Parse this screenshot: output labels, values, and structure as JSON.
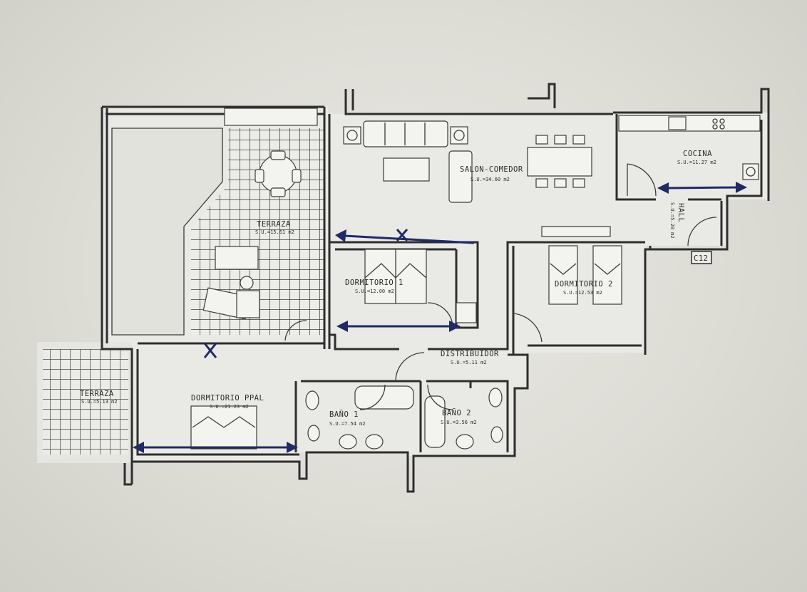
{
  "rooms": {
    "terraza_main": {
      "name": "TERRAZA",
      "area": "S.U.=15.61 m2"
    },
    "salon": {
      "name": "SALON-COMEDOR",
      "area": "S.U.=34.60 m2"
    },
    "cocina": {
      "name": "COCINA",
      "area": "S.U.=11.27 m2"
    },
    "hall": {
      "name": "HALL",
      "area": "S.U.=5.20 m2"
    },
    "dormitorio1": {
      "name": "DORMITORIO 1",
      "area": "S.U.=12.00 m2"
    },
    "dormitorio2": {
      "name": "DORMITORIO 2",
      "area": "S.U.=12.53 m2"
    },
    "distribuidor": {
      "name": "DISTRIBUIDOR",
      "area": "S.U.=5.11 m2"
    },
    "terraza_small": {
      "name": "TERRAZA",
      "area": "S.U.=5.13 m2"
    },
    "dormitorio_ppal": {
      "name": "DORMITORIO PPAL",
      "area": "S.U.=21.23 m2"
    },
    "bano1": {
      "name": "BAÑO 1",
      "area": "S.U.=7.54 m2"
    },
    "bano2": {
      "name": "BAÑO 2",
      "area": "S.U.=3.56 m2"
    }
  },
  "unit_tag": "C12",
  "colors": {
    "paper": "#e9e9e5",
    "line": "#2e2e2e",
    "marker": "#1f2a66"
  }
}
